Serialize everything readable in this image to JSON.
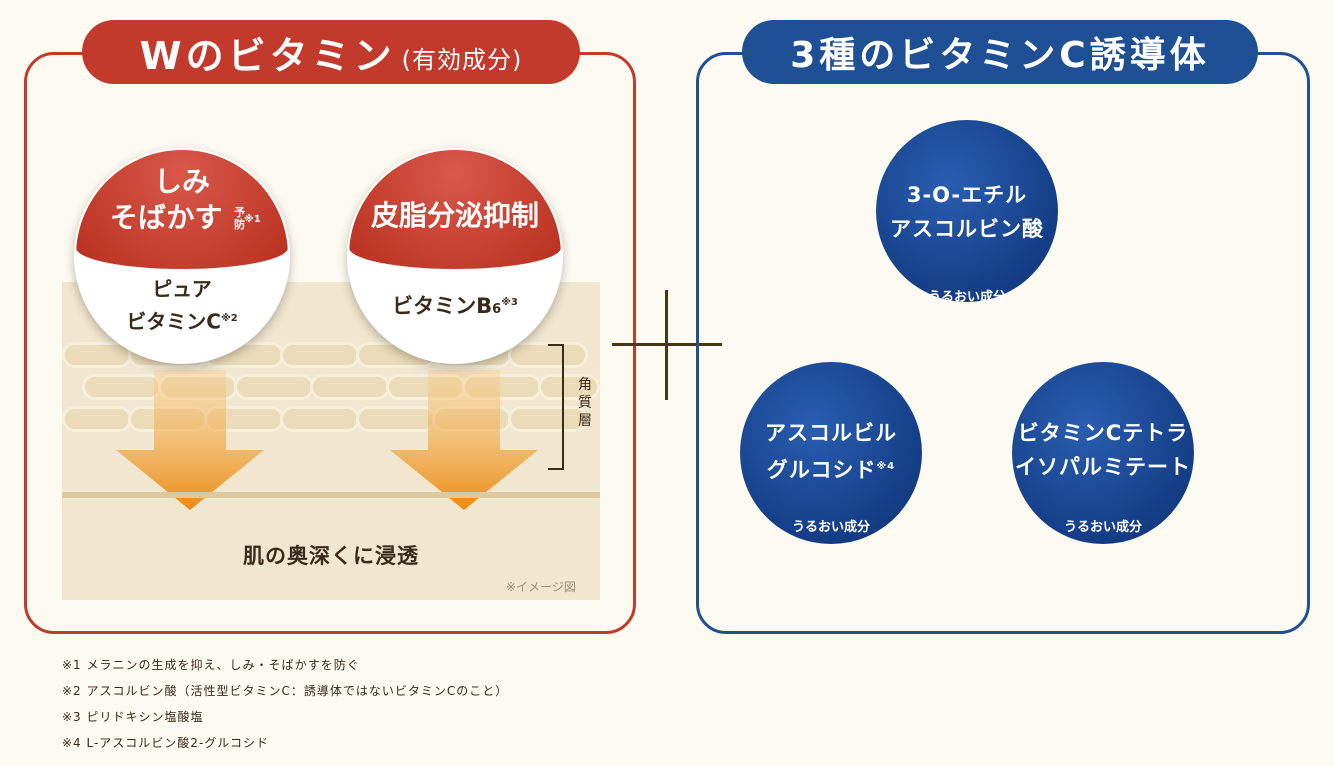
{
  "left_panel": {
    "title_main": "Wのビタミン",
    "title_sub": "(有効成分)",
    "circle1": {
      "top_line1": "しみ",
      "top_line2": "そばかす",
      "top_note": "予防",
      "top_mark": "※1",
      "bottom_line1": "ピュア",
      "bottom_line2": "ビタミンC",
      "bottom_mark": "※2"
    },
    "circle2": {
      "top": "皮脂分泌抑制",
      "bottom": "ビタミンB",
      "bottom_sub": "6",
      "bottom_mark": "※3"
    },
    "horny_layer": "角質層",
    "penetrate": "肌の奥深くに浸透",
    "image_note": "※イメージ図"
  },
  "right_panel": {
    "title": "3種のビタミンC誘導体",
    "circles": [
      {
        "line1": "3-O-エチル",
        "line2": "アスコルビン酸",
        "tag": "うるおい成分",
        "mark": ""
      },
      {
        "line1": "アスコルビル",
        "line2": "グルコシド",
        "tag": "うるおい成分",
        "mark": "※4"
      },
      {
        "line1": "ビタミンCテトラ",
        "line2": "イソパルミテート",
        "tag": "うるおい成分",
        "mark": ""
      }
    ]
  },
  "footnotes": [
    "※1 メラニンの生成を抑え、しみ・そばかすを防ぐ",
    "※2 アスコルビン酸（活性型ビタミンC：誘導体ではないビタミンCのこと）",
    "※3 ピリドキシン塩酸塩",
    "※4 L-アスコルビン酸2-グルコシド"
  ],
  "colors": {
    "red": "#c23a2c",
    "blue": "#1f4f94",
    "background": "#fdfaf1"
  }
}
